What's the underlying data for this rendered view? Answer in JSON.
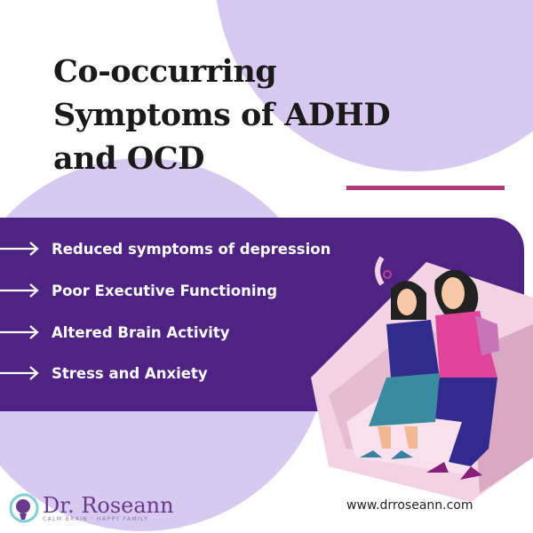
{
  "title": {
    "lines": [
      "Co-occurring",
      "Symptoms of ADHD",
      "and OCD"
    ]
  },
  "symptoms": [
    {
      "label": "Reduced symptoms of depression",
      "icon": "arrow-right-icon"
    },
    {
      "label": "Poor Executive Functioning",
      "icon": "arrow-right-icon"
    },
    {
      "label": "Altered Brain Activity",
      "icon": "arrow-right-icon"
    },
    {
      "label": "Stress and Anxiety",
      "icon": "arrow-right-icon"
    }
  ],
  "brand": {
    "name": "Dr. Roseann",
    "tagline": "CALM BRAIN · HAPPY FAMILY",
    "url": "www.drroseann.com"
  },
  "colors": {
    "band": "#4f2384",
    "circle": "#d8c9f1",
    "accent_line": "#b03a7e",
    "brand": "#6a3a8c"
  }
}
